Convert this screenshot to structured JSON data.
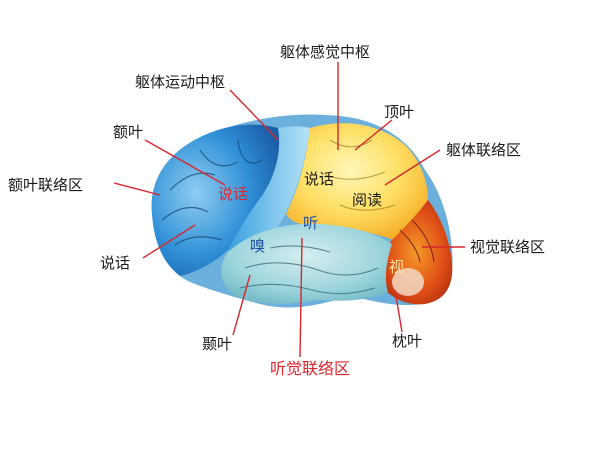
{
  "labels": {
    "somatosensory_cortex": "躯体感觉中枢",
    "motor_cortex": "躯体运动中枢",
    "parietal_lobe": "顶叶",
    "frontal_lobe": "额叶",
    "somatosensory_association": "躯体联络区",
    "frontal_association": "额叶联络区",
    "speech_left": "说话",
    "visual_association": "视觉联络区",
    "temporal_lobe": "颞叶",
    "occipital_lobe": "枕叶",
    "auditory_association": "听觉联络区"
  },
  "inner_labels": {
    "speech_frontal": "说话",
    "speech_parietal": "说话",
    "reading": "阅读",
    "hearing": "听",
    "smell": "嗅",
    "vision": "视"
  },
  "colors": {
    "label_text": "#1a1a1a",
    "highlight_text": "#e0262c",
    "frontal": "#2f8fd6",
    "motor": "#6cc4ee",
    "parietal": "#ffd84a",
    "temporal": "#8fd0d8",
    "occipital": "#e5541a",
    "leader_line": "#d8272d"
  }
}
